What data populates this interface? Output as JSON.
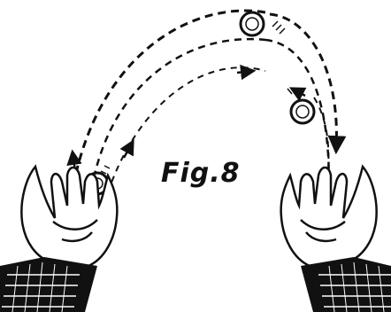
{
  "figure": {
    "caption": "Fig.8",
    "colors": {
      "ink": "#111111",
      "paper": "#ffffff"
    },
    "elements": [
      "left-hand",
      "right-hand",
      "ball-top",
      "ball-left",
      "ball-right",
      "trajectory-arrows"
    ]
  }
}
